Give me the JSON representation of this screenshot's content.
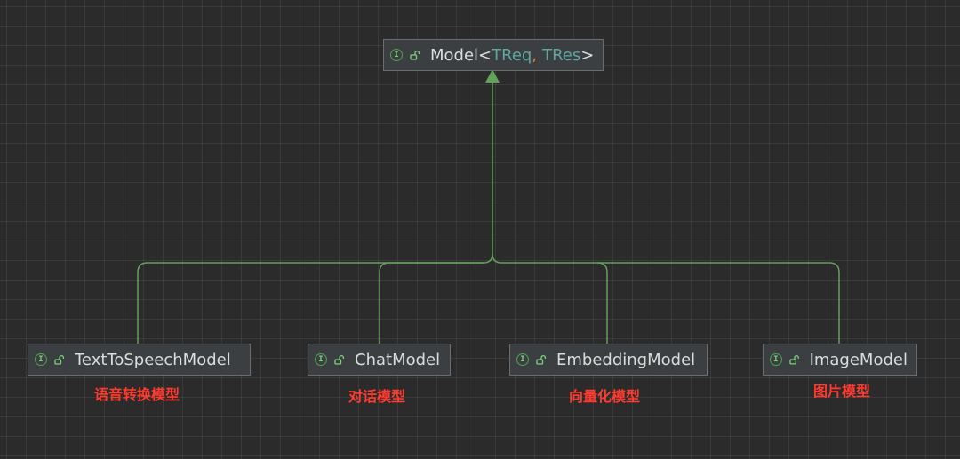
{
  "root": {
    "name": "Model",
    "type_params": [
      "TReq",
      "TRes"
    ],
    "open_bracket": "<",
    "comma": ",",
    "close_bracket": ">",
    "icon": "interface-icon",
    "visibility_icon": "public-unlock-icon"
  },
  "children": [
    {
      "name": "TextToSpeechModel",
      "label": "语音转换模型",
      "icon": "interface-icon"
    },
    {
      "name": "ChatModel",
      "label": "对话模型",
      "icon": "interface-icon"
    },
    {
      "name": "EmbeddingModel",
      "label": "向量化模型",
      "icon": "interface-icon"
    },
    {
      "name": "ImageModel",
      "label": "图片模型",
      "icon": "interface-icon"
    }
  ],
  "colors": {
    "background": "#2b2b2b",
    "edge": "#62a25a",
    "node_fill": "#3c3f41",
    "node_border": "#6b6e70",
    "label": "#ff3b30",
    "type_param": "#5fa6a0"
  }
}
